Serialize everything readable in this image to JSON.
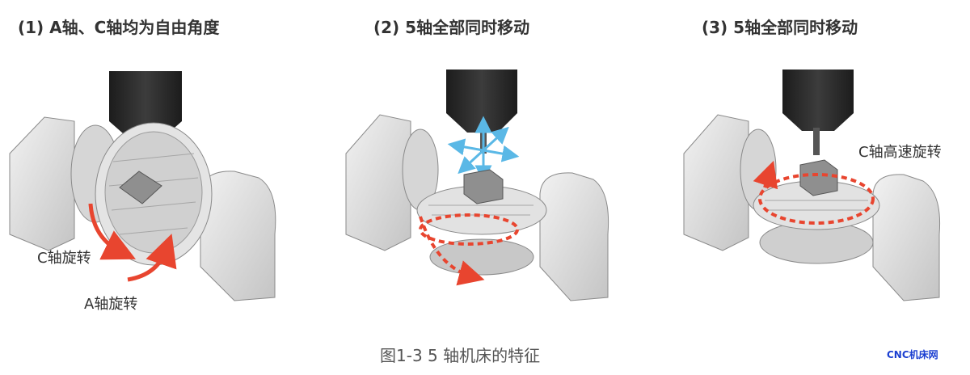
{
  "panels": [
    {
      "title": "(1) A轴、C轴均为自由角度",
      "labels": [
        "C轴旋转",
        "A轴旋转"
      ]
    },
    {
      "title": "(2) 5轴全部同时移动"
    },
    {
      "title": "(3) 5轴全部同时移动",
      "labels": [
        "C轴高速旋转"
      ]
    }
  ],
  "caption": "图1-3 5 轴机床的特征",
  "watermark": "CNC机床网",
  "colors": {
    "accent": "#e8452f",
    "arrow_blue": "#5ab8e6",
    "spindle": "#2b2b2b"
  }
}
